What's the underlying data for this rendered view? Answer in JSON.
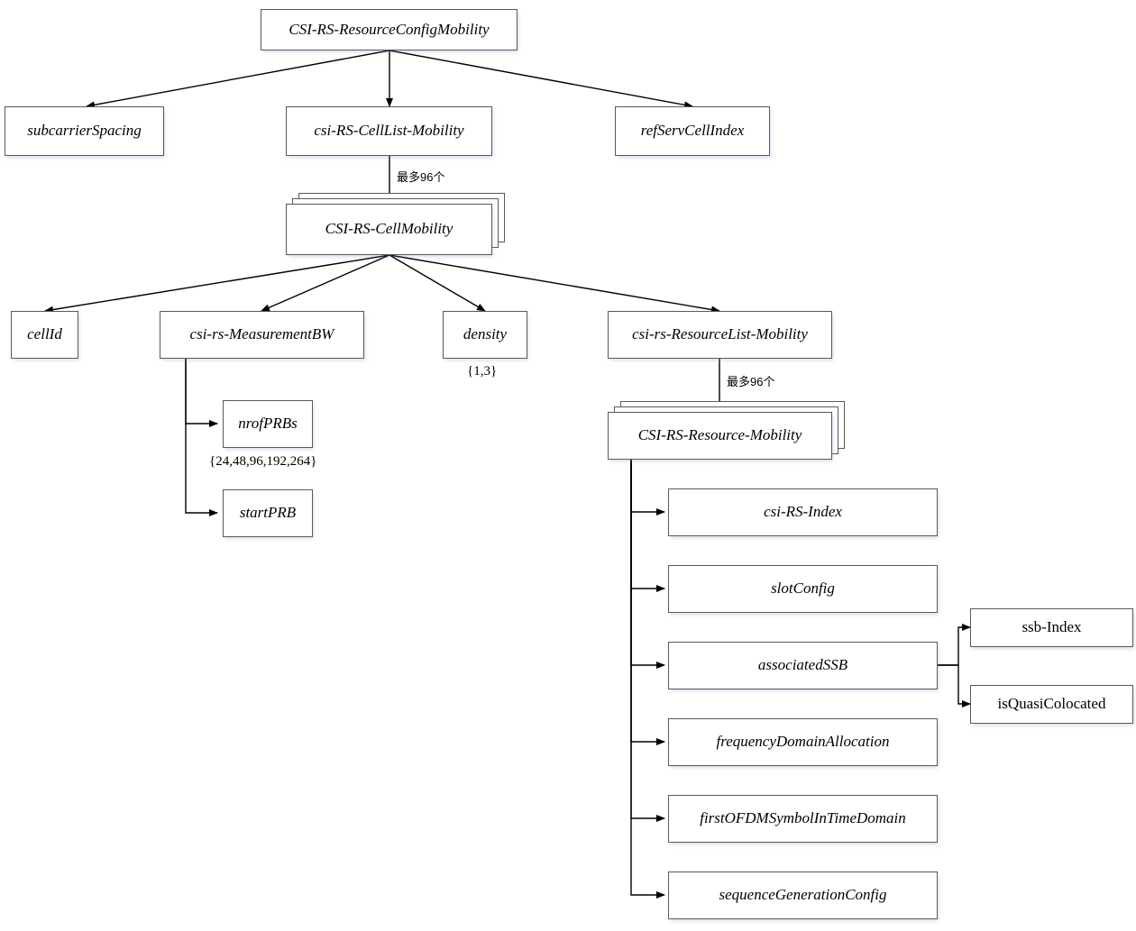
{
  "diagram": {
    "title": "CSI-RS-ResourceConfigMobility",
    "line_color": "#000000",
    "box_border_color": "#595959",
    "box_fill_color": "#ffffff",
    "shadow_color": "#c8d8ea",
    "background_color": "#ffffff"
  },
  "nodes": {
    "root": {
      "label": "CSI-RS-ResourceConfigMobility"
    },
    "subcarrier_spacing": {
      "label": "subcarrierSpacing"
    },
    "cell_list_mobility": {
      "label": "csi-RS-CellList-Mobility"
    },
    "ref_serv_cell_index": {
      "label": "refServCellIndex"
    },
    "cell_mobility": {
      "label": "CSI-RS-CellMobility"
    },
    "cell_id": {
      "label": "cellId"
    },
    "measurement_bw": {
      "label": "csi-rs-MeasurementBW"
    },
    "density": {
      "label": "density"
    },
    "resource_list_mobility": {
      "label": "csi-rs-ResourceList-Mobility"
    },
    "nrof_prbs": {
      "label": "nrofPRBs"
    },
    "start_prb": {
      "label": "startPRB"
    },
    "resource_mobility": {
      "label": "CSI-RS-Resource-Mobility"
    },
    "csi_rs_index": {
      "label": "csi-RS-Index"
    },
    "slot_config": {
      "label": "slotConfig"
    },
    "associated_ssb": {
      "label": "associatedSSB"
    },
    "frequency_domain_allocation": {
      "label": "frequencyDomainAllocation"
    },
    "first_ofdm_symbol": {
      "label": "firstOFDMSymbolInTimeDomain"
    },
    "sequence_generation_config": {
      "label": "sequenceGenerationConfig"
    },
    "ssb_index": {
      "label": "ssb-Index"
    },
    "is_quasi_colocated": {
      "label": "isQuasiColocated"
    }
  },
  "annotations": {
    "cell_list_multiplicity": "最多96个",
    "resource_list_multiplicity": "最多96个",
    "density_values": "{1,3}",
    "nrof_prbs_values": "{24,48,96,192,264}"
  }
}
